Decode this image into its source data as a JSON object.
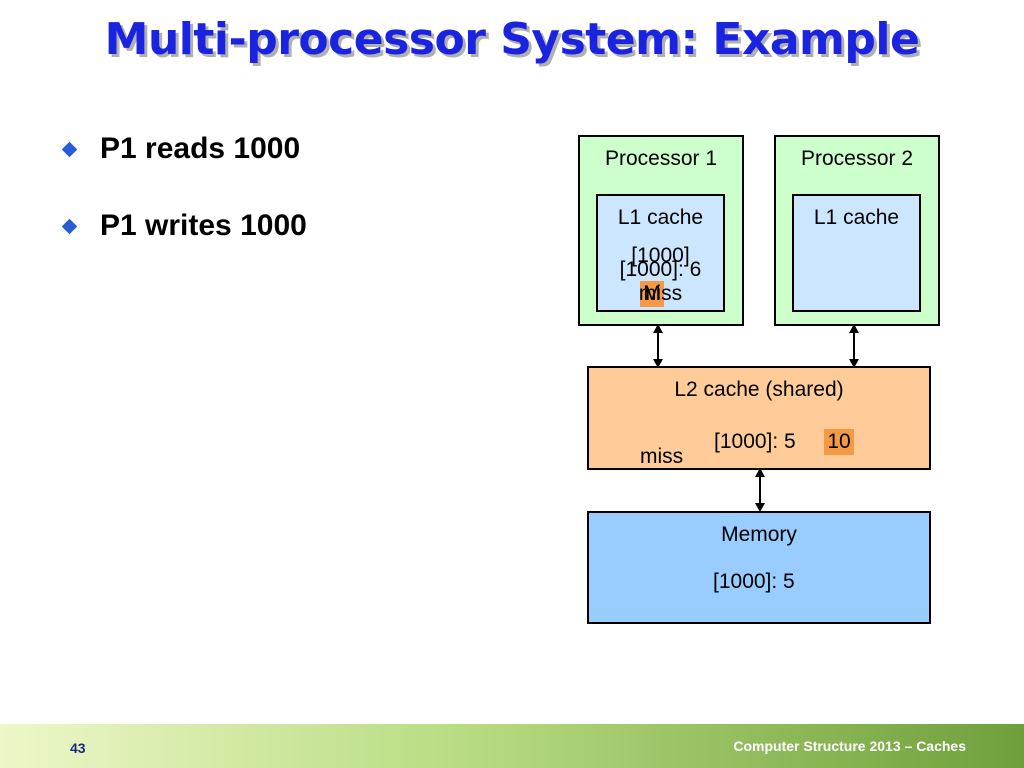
{
  "slide": {
    "title": "Multi-processor System: Example",
    "bullets": [
      "P1 reads 1000",
      "P1 writes 1000"
    ]
  },
  "diagram": {
    "processor1": {
      "label": "Processor 1",
      "l1_label": "L1 cache",
      "entry_old": "[1000]",
      "entry_new": "[1000]: 6",
      "status": "miss",
      "highlight_char": "M"
    },
    "processor2": {
      "label": "Processor 2",
      "l1_label": "L1 cache"
    },
    "l2": {
      "label": "L2 cache (shared)",
      "entry": "[1000]: 5",
      "new_value": "10",
      "status": "miss"
    },
    "memory": {
      "label": "Memory",
      "entry": "[1000]: 5"
    }
  },
  "footer": {
    "page_number": "43",
    "text": "Computer Structure 2013 – Caches"
  },
  "colors": {
    "title": "#1a23e0",
    "processor_fill": "#ccffcc",
    "l1_fill": "#cce6ff",
    "l2_fill": "#ffcc99",
    "memory_fill": "#99ccff",
    "highlight": "#f49a45"
  }
}
